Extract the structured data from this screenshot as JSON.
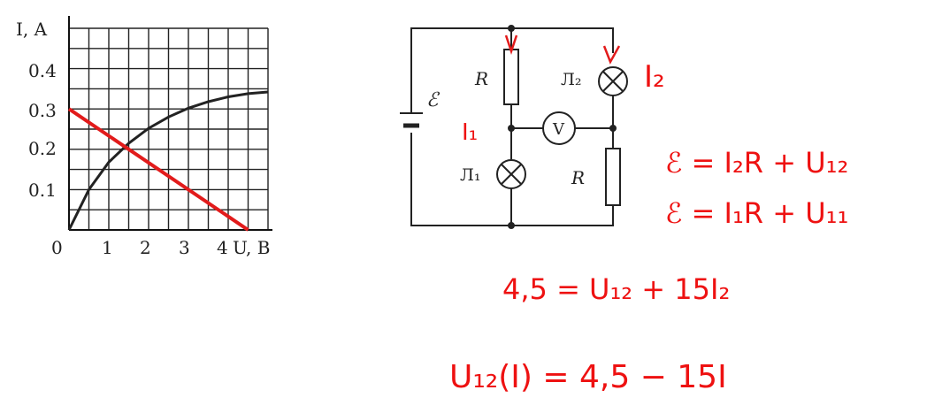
{
  "graph": {
    "y_axis_label": "I, A",
    "x_axis_label": "U, B",
    "x_ticks": [
      "0",
      "1",
      "2",
      "3",
      "4"
    ],
    "y_ticks": [
      "0.1",
      "0.2",
      "0.3",
      "0.4"
    ],
    "line_color": "#e21b1b",
    "curve_color": "#222222"
  },
  "chart_data": {
    "type": "line",
    "xlabel": "U, B",
    "ylabel": "I, A",
    "xlim": [
      0,
      5
    ],
    "ylim": [
      0,
      0.5
    ],
    "grid": true,
    "series": [
      {
        "values_x": [
          0,
          0.5,
          1,
          1.5,
          2,
          2.5,
          3,
          3.5,
          4,
          4.5,
          5
        ],
        "values_y": [
          0,
          0.1,
          0.168,
          0.215,
          0.252,
          0.28,
          0.302,
          0.318,
          0.33,
          0.338,
          0.342
        ]
      },
      {
        "values_x": [
          0,
          4.5
        ],
        "values_y": [
          0.3,
          0
        ]
      }
    ]
  },
  "circuit": {
    "emf_label": "ℰ",
    "resistor_top_label": "R",
    "resistor_bottom_label": "R",
    "lamp_top_label": "Л₂",
    "lamp_bottom_label": "Л₁",
    "voltmeter_label": "V"
  },
  "annotations": {
    "current_1": "I₁",
    "current_2": "I₂",
    "eq1": "ℰ = I₂R + U₁₂",
    "eq2": "ℰ = I₁R + U₁₁",
    "eq3": "4,5 = U₁₂ + 15I₂",
    "eq4": "U₁₂(I) = 4,5 − 15I",
    "ink_color": "#e21b1b"
  }
}
